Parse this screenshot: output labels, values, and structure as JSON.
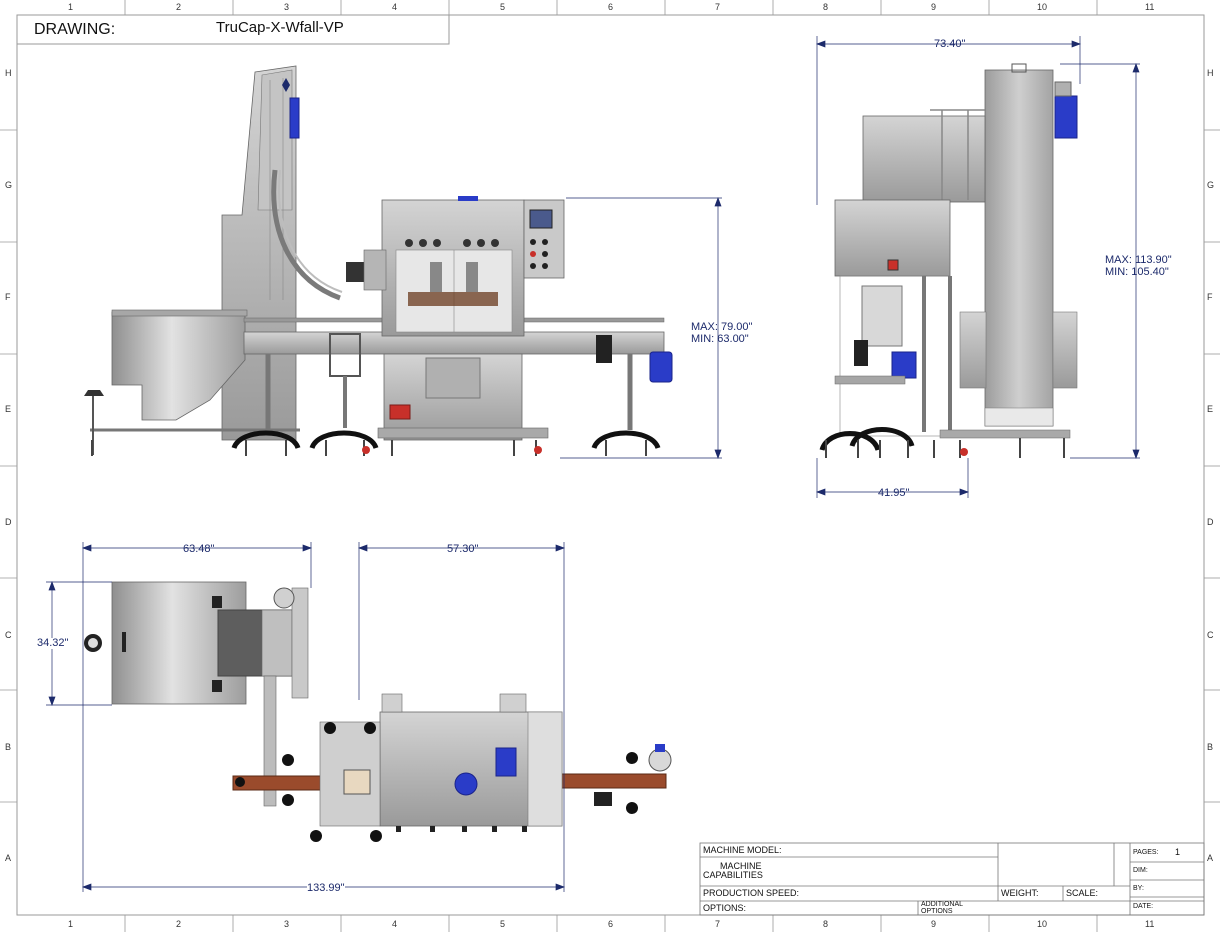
{
  "drawing": {
    "label": "DRAWING:",
    "name": "TruCap-X-Wfall-VP"
  },
  "border": {
    "columns": [
      "1",
      "2",
      "3",
      "4",
      "5",
      "6",
      "7",
      "8",
      "9",
      "10",
      "11"
    ],
    "rows": [
      "H",
      "G",
      "F",
      "E",
      "D",
      "C",
      "B",
      "A"
    ]
  },
  "dimensions": {
    "front_height": "MAX: 79.00\"\nMIN: 63.00\"",
    "front_height_max": "MAX: 79.00\"",
    "front_height_min": "MIN: 63.00\"",
    "side_width": "73.40\"",
    "side_height_max": "MAX: 113.90\"",
    "side_height_min": "MIN: 105.40\"",
    "side_depth": "41.95\"",
    "top_hopper_width": "63.48\"",
    "top_machine_width": "57.30\"",
    "top_hopper_depth": "34.32\"",
    "top_total_length": "133.99\""
  },
  "title_block": {
    "machine_model": "MACHINE MODEL:",
    "machine_capabilities_line1": "MACHINE",
    "machine_capabilities_line2": "CAPABILITIES",
    "production_speed": "PRODUCTION SPEED:",
    "weight": "WEIGHT:",
    "scale": "SCALE:",
    "options": "OPTIONS:",
    "additional_options_line1": "ADDITIONAL",
    "additional_options_line2": "OPTIONS",
    "pages_label": "PAGES:",
    "pages_value": "1",
    "dim": "DIM:",
    "by": "BY:",
    "date": "DATE:"
  },
  "colors": {
    "frame": "#8a8a8a",
    "steel": "#b9b9b9",
    "steel_dark": "#7d7d7d",
    "motor_blue": "#2a3cc8",
    "conveyor_brown": "#9a4b2c",
    "dimension": "#1c2a6b"
  }
}
